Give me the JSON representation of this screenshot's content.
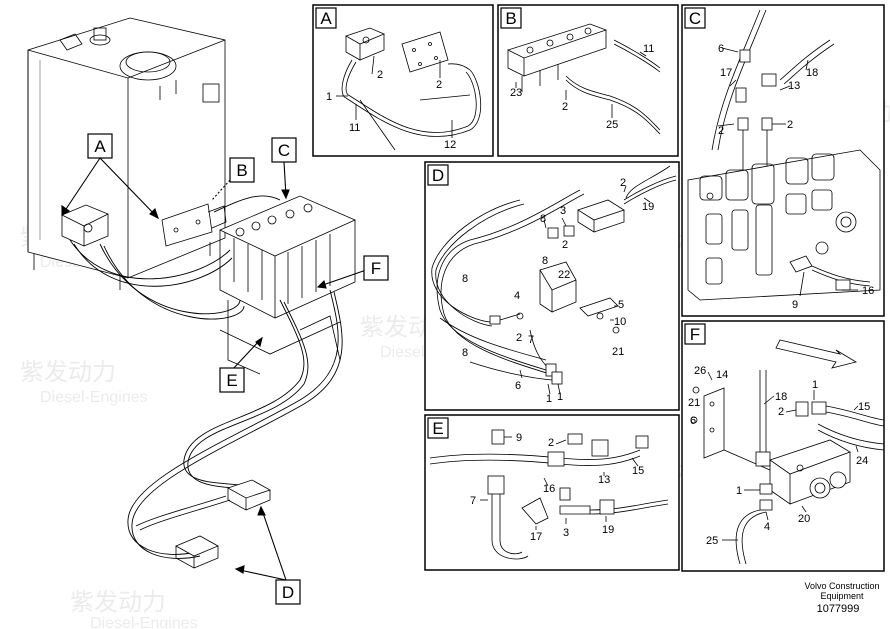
{
  "main_view": {
    "labels": [
      "A",
      "B",
      "C",
      "D",
      "E",
      "F"
    ]
  },
  "panels": {
    "A": {
      "letter": "A",
      "callouts": [
        "1",
        "2",
        "2",
        "11",
        "12"
      ]
    },
    "B": {
      "letter": "B",
      "callouts": [
        "11",
        "23",
        "2",
        "25"
      ]
    },
    "C": {
      "letter": "C",
      "callouts": [
        "6",
        "17",
        "18",
        "13",
        "2",
        "2",
        "9",
        "16"
      ]
    },
    "D": {
      "letter": "D",
      "callouts": [
        "2",
        "19",
        "8",
        "3",
        "2",
        "8",
        "8",
        "22",
        "4",
        "5",
        "10",
        "8",
        "2",
        "7",
        "21",
        "6",
        "1",
        "1"
      ]
    },
    "E": {
      "letter": "E",
      "callouts": [
        "9",
        "2",
        "15",
        "7",
        "16",
        "13",
        "17",
        "3",
        "19"
      ]
    },
    "F": {
      "letter": "F",
      "callouts": [
        "26",
        "14",
        "18",
        "1",
        "21",
        "6",
        "2",
        "15",
        "24",
        "1",
        "4",
        "20",
        "25"
      ]
    }
  },
  "footer": {
    "brand_line1": "Volvo Construction",
    "brand_line2": "Equipment",
    "drawing_number": "1077999"
  },
  "watermark": {
    "cn": "紫发动力",
    "en": "Diesel-Engines"
  }
}
